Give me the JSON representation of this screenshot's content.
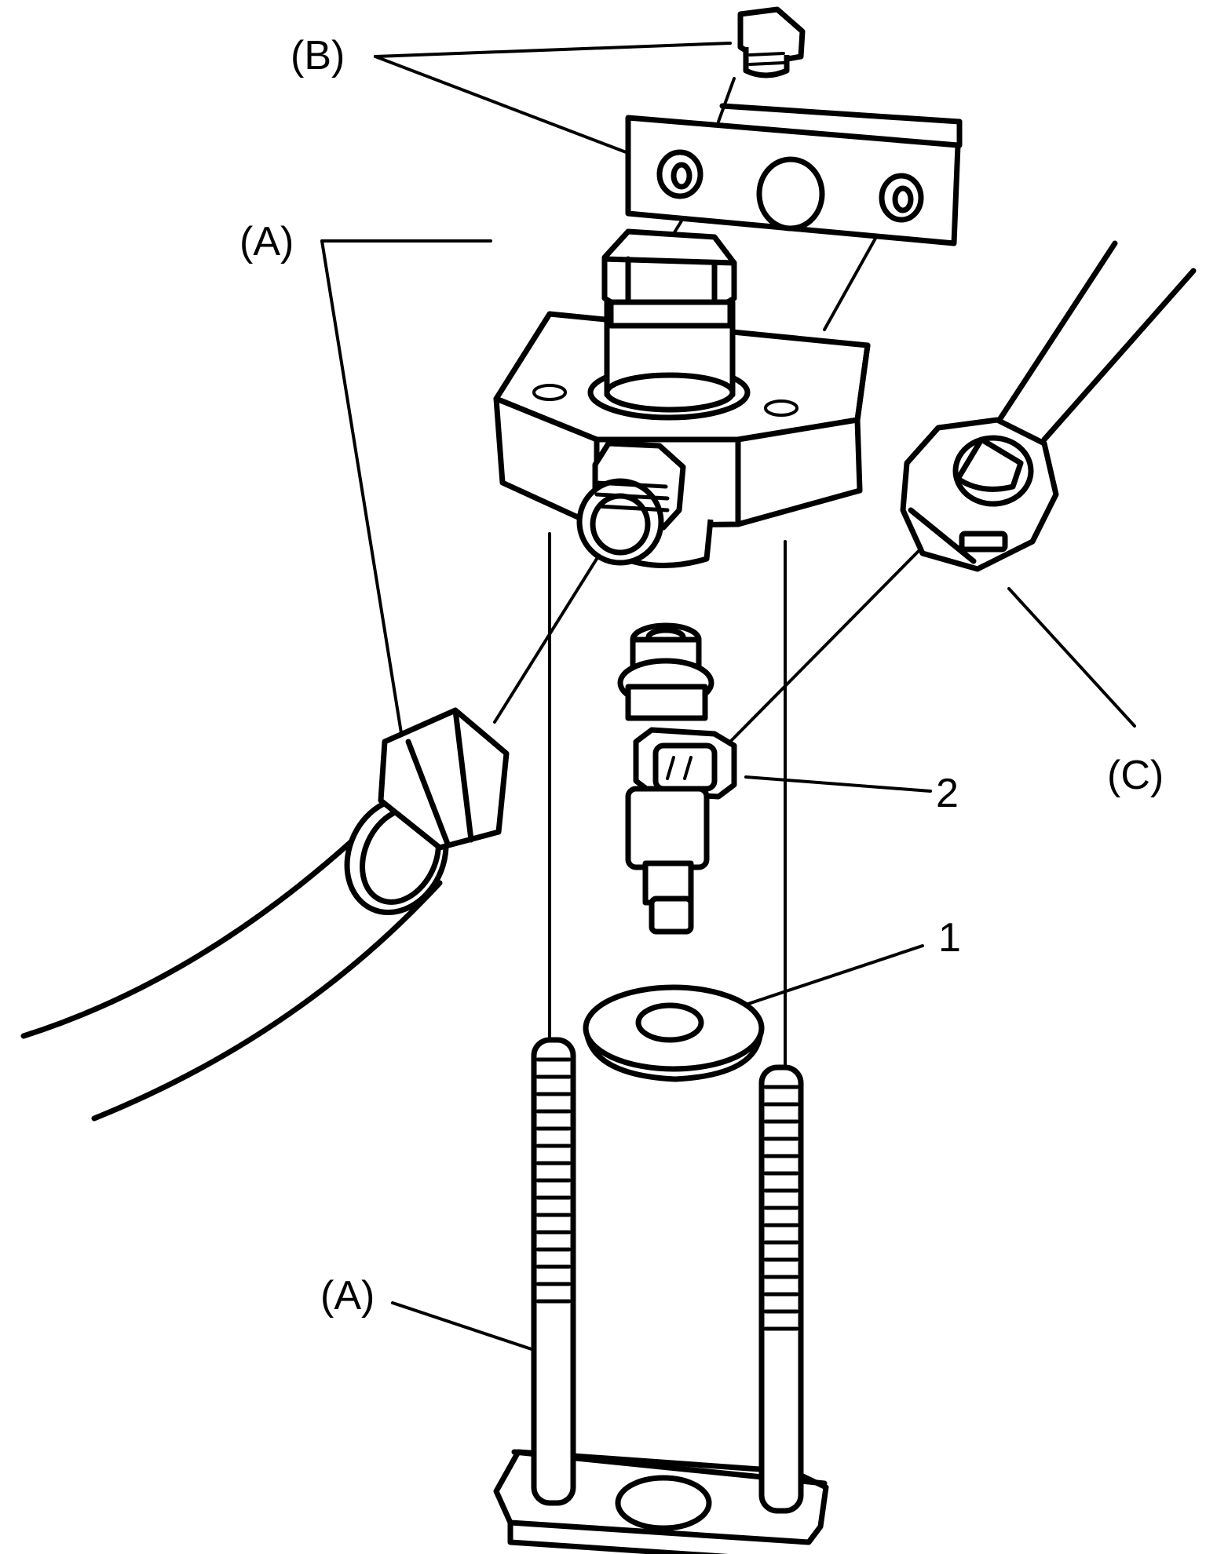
{
  "labels": {
    "b": "(B)",
    "a_top": "(A)",
    "a_bottom": "(A)",
    "c": "(C)",
    "num_2": "2",
    "num_1": "1"
  }
}
